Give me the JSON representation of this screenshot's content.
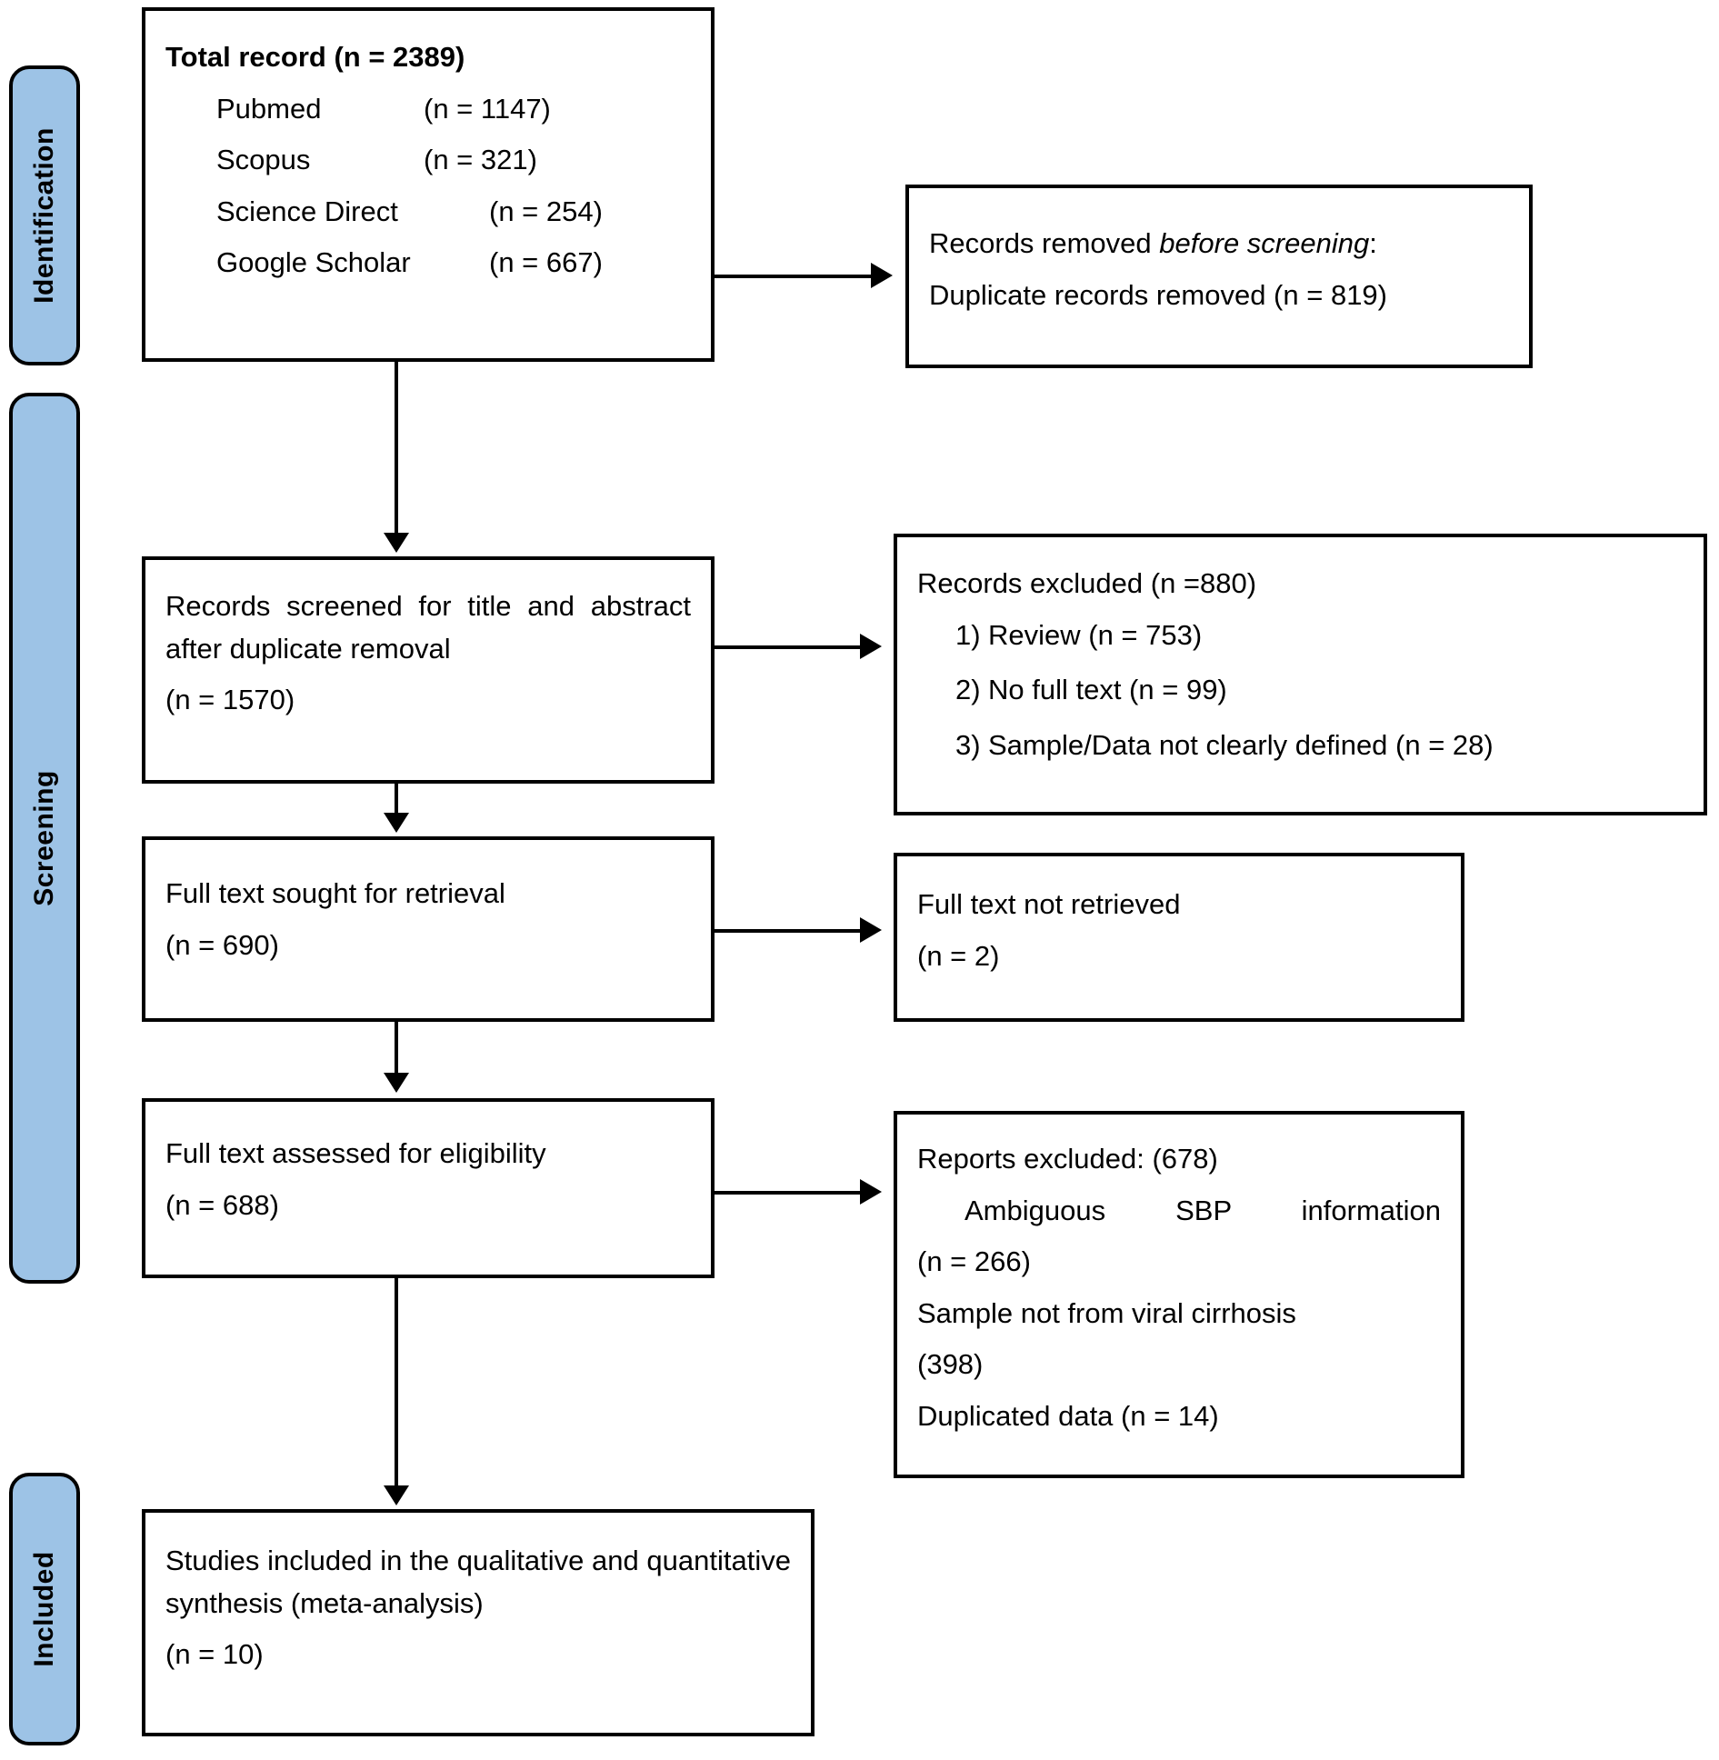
{
  "diagram": {
    "title": "PRISMA flow diagram",
    "accent_color": "#9DC3E6",
    "line_color": "#000000",
    "background": "#ffffff"
  },
  "stages": [
    {
      "id": "identification",
      "label": "Identification"
    },
    {
      "id": "screening",
      "label": "Screening"
    },
    {
      "id": "included",
      "label": "Included"
    }
  ],
  "boxes": {
    "total_records": {
      "heading": "Total record (n = 2389)",
      "sources": [
        {
          "name": "Pubmed",
          "count": "(n = 1147)"
        },
        {
          "name": "Scopus",
          "count": "(n = 321)"
        },
        {
          "name": "Science Direct",
          "count": "(n = 254)"
        },
        {
          "name": "Google Scholar",
          "count": "(n = 667)"
        }
      ]
    },
    "removed_before_screening": {
      "line1_prefix": "Records removed ",
      "line1_italic": "before screening",
      "line1_suffix": ":",
      "line2": "Duplicate records removed (n = 819)"
    },
    "records_screened": {
      "line1": "Records screened for title and abstract   after duplicate removal",
      "line2": "(n = 1570)"
    },
    "records_excluded": {
      "heading": "Records excluded (n =880)",
      "items": [
        {
          "num": "1)",
          "text": "Review (n = 753)"
        },
        {
          "num": "2)",
          "text": "No full text (n = 99)"
        },
        {
          "num": "3)",
          "text": "Sample/Data not clearly defined (n = 28)"
        }
      ]
    },
    "full_text_sought": {
      "line1": "Full text sought for retrieval",
      "line2": "(n = 690)"
    },
    "full_text_not_retrieved": {
      "line1": "Full text not retrieved",
      "line2": "(n = 2)"
    },
    "full_text_assessed": {
      "line1": "Full text assessed for eligibility",
      "line2": "(n = 688)"
    },
    "reports_excluded": {
      "heading": "Reports excluded: (678)",
      "reason1": "Ambiguous  SBP  information",
      "reason1_count": "(n = 266)",
      "reason2": "Sample not from viral cirrhosis",
      "reason2_count": "(398)",
      "reason3": "Duplicated data (n = 14)"
    },
    "studies_included": {
      "line1": "Studies included in the qualitative and quantitative synthesis (meta-analysis)",
      "line2": "(n = 10)"
    }
  }
}
